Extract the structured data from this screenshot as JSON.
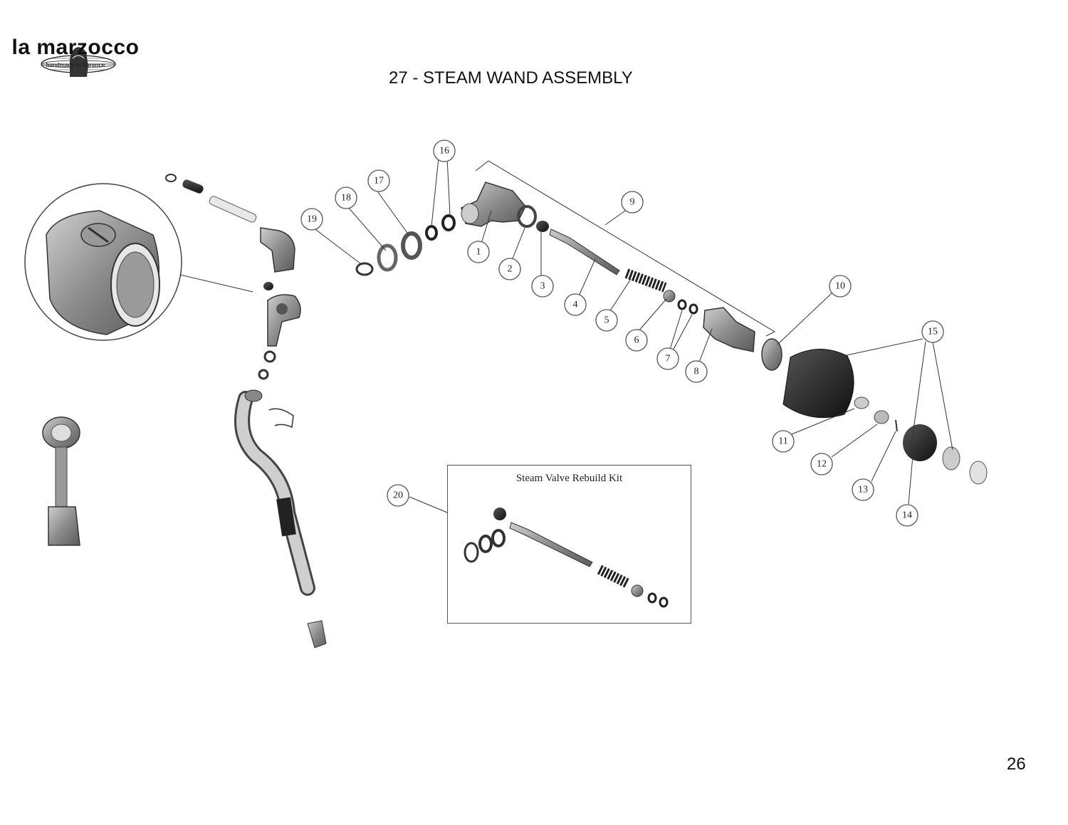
{
  "brand": {
    "name": "la marzocco",
    "tagline": "handmade in florence"
  },
  "page": {
    "title": "27 - STEAM WAND ASSEMBLY",
    "number": "26"
  },
  "kit": {
    "title": "Steam Valve Rebuild Kit"
  },
  "callouts": [
    "1",
    "2",
    "3",
    "4",
    "5",
    "6",
    "7",
    "8",
    "9",
    "10",
    "11",
    "12",
    "13",
    "14",
    "15",
    "16",
    "17",
    "18",
    "19",
    "20"
  ]
}
